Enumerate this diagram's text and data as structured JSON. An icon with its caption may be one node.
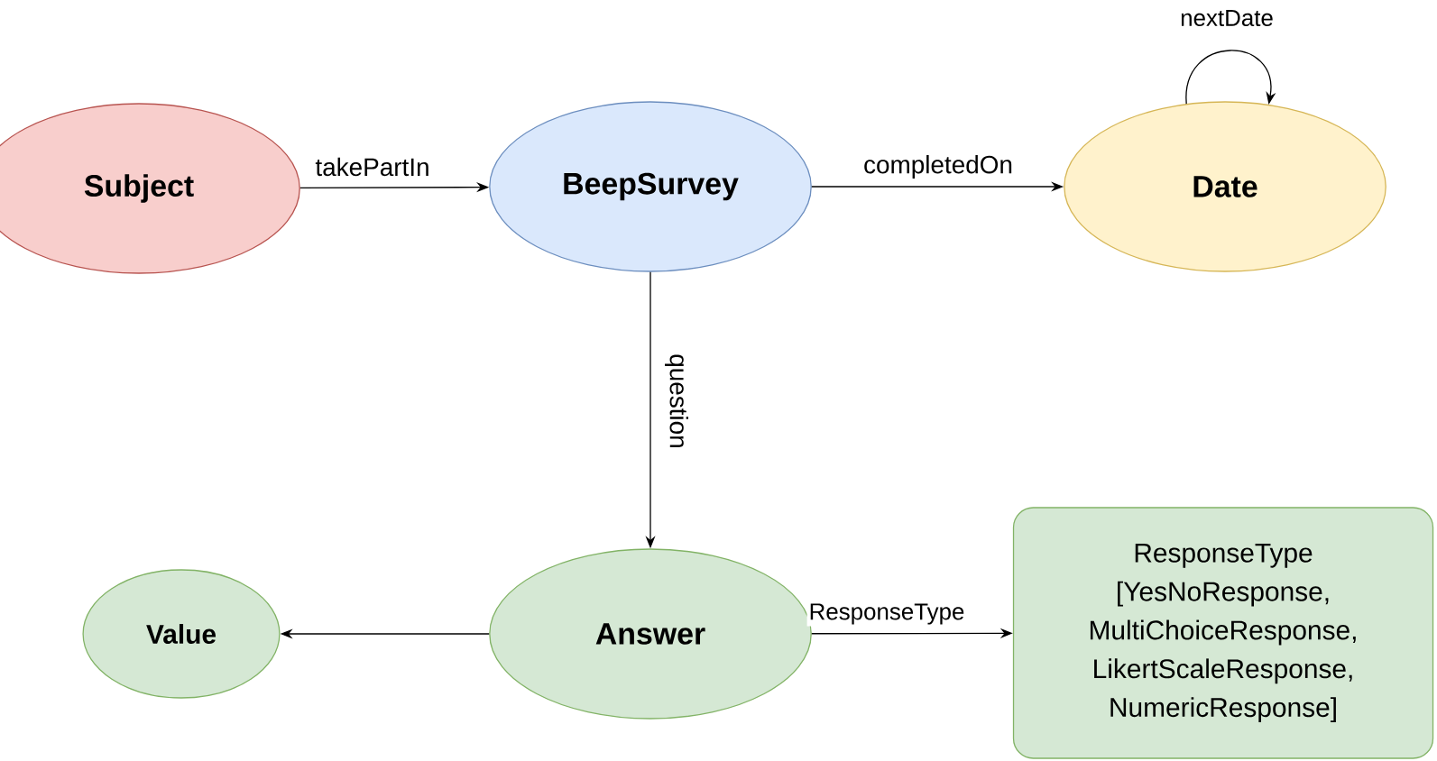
{
  "diagram": {
    "nodes": [
      {
        "text": [
          "Subject"
        ]
      },
      {
        "text": [
          "BeepSurvey"
        ]
      },
      {
        "text": [
          "Date"
        ]
      },
      {
        "text": [
          "Answer"
        ]
      },
      {
        "text": [
          "Value"
        ]
      },
      {
        "text": [
          "ResponseType [YesNoResponse, MultiChoiceResponse, LikertScaleResponse, NumericResponse]"
        ]
      }
    ],
    "edges": [
      {
        "from": 0,
        "to": 1,
        "arrow": "to",
        "label": "takePartIn"
      },
      {
        "from": 1,
        "to": 2,
        "arrow": "to",
        "label": "completedOn"
      },
      {
        "from": 2,
        "to": 2,
        "arrow": "to",
        "label": "nextDate"
      },
      {
        "from": 1,
        "to": 3,
        "arrow": "to",
        "label": "question"
      },
      {
        "from": 3,
        "to": 4,
        "arrow": "to"
      },
      {
        "from": 3,
        "to": 5,
        "arrow": "to",
        "label": "ResponseType"
      }
    ]
  }
}
